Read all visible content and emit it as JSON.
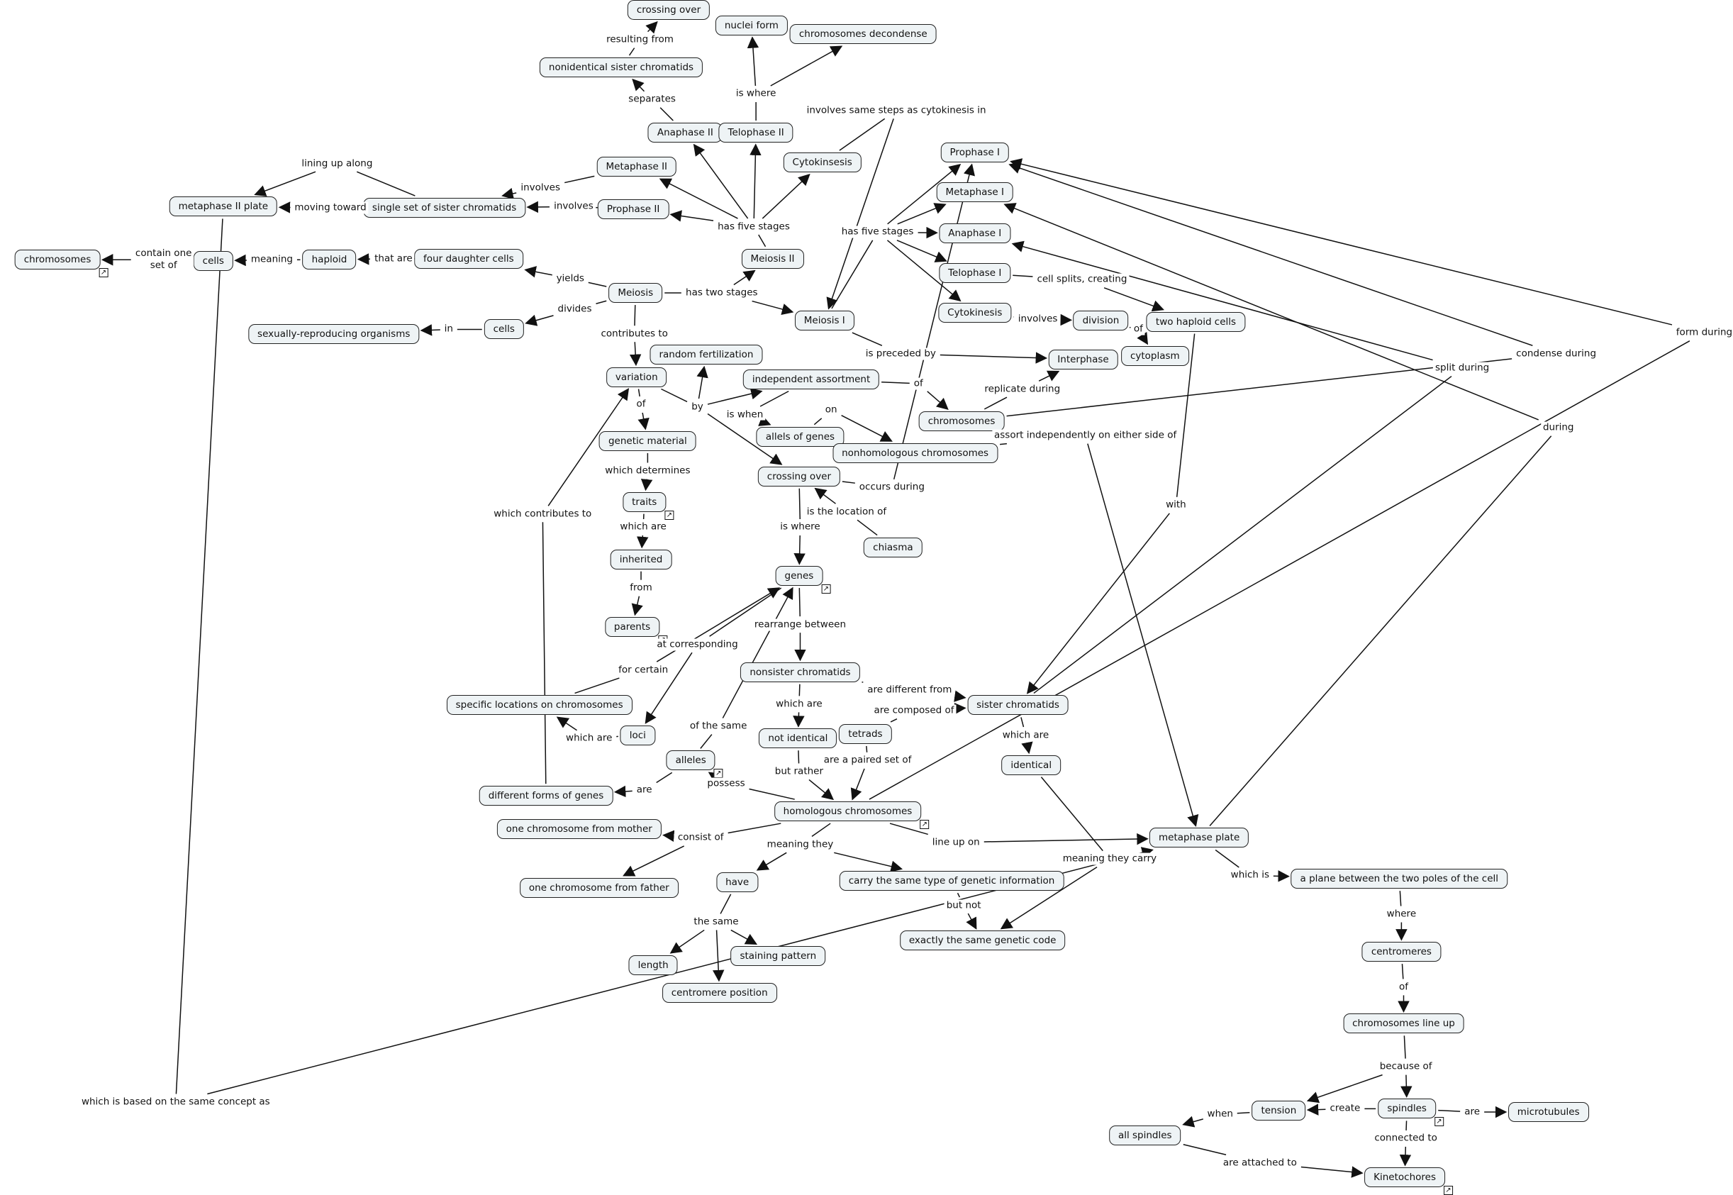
{
  "title": "Meiosis concept map",
  "nodes": [
    {
      "id": "crossing_over_top",
      "label": "crossing over"
    },
    {
      "id": "nuclei_form",
      "label": "nuclei form"
    },
    {
      "id": "chrom_decondense",
      "label": "chromosomes decondense"
    },
    {
      "id": "nonident_sister",
      "label": "nonidentical sister chromatids"
    },
    {
      "id": "anaphase2",
      "label": "Anaphase II"
    },
    {
      "id": "telophase2",
      "label": "Telophase II"
    },
    {
      "id": "metaphase2",
      "label": "Metaphase II"
    },
    {
      "id": "cytokinsesis",
      "label": "Cytokinsesis"
    },
    {
      "id": "prophase2",
      "label": "Prophase II"
    },
    {
      "id": "metaphase2plate",
      "label": "metaphase II plate"
    },
    {
      "id": "single_set",
      "label": "single set of sister chromatids"
    },
    {
      "id": "chromosomes_left",
      "label": "chromosomes",
      "link": true
    },
    {
      "id": "cells1",
      "label": "cells"
    },
    {
      "id": "haploid",
      "label": "haploid"
    },
    {
      "id": "four_daughter",
      "label": "four daughter cells"
    },
    {
      "id": "meiosis2",
      "label": "Meiosis II"
    },
    {
      "id": "meiosis",
      "label": "Meiosis"
    },
    {
      "id": "meiosis1",
      "label": "Meiosis I"
    },
    {
      "id": "sexually",
      "label": "sexually-reproducing organisms"
    },
    {
      "id": "cells2",
      "label": "cells"
    },
    {
      "id": "prophase1",
      "label": "Prophase I"
    },
    {
      "id": "metaphase1",
      "label": "Metaphase I"
    },
    {
      "id": "anaphase1",
      "label": "Anaphase I"
    },
    {
      "id": "telophase1",
      "label": "Telophase I"
    },
    {
      "id": "cytokinesis1",
      "label": "Cytokinesis"
    },
    {
      "id": "division",
      "label": "division"
    },
    {
      "id": "two_haploid",
      "label": "two haploid cells"
    },
    {
      "id": "cytoplasm",
      "label": "cytoplasm"
    },
    {
      "id": "interphase",
      "label": "Interphase"
    },
    {
      "id": "random_fert",
      "label": "random fertilization"
    },
    {
      "id": "variation",
      "label": "variation"
    },
    {
      "id": "indep_assort",
      "label": "independent assortment"
    },
    {
      "id": "chromosomes_mid",
      "label": "chromosomes"
    },
    {
      "id": "allels_genes",
      "label": "allels of genes"
    },
    {
      "id": "nonhomologous",
      "label": "nonhomologous chromosomes"
    },
    {
      "id": "genetic_material",
      "label": "genetic material"
    },
    {
      "id": "crossing_over",
      "label": "crossing over"
    },
    {
      "id": "traits",
      "label": "traits",
      "link": true
    },
    {
      "id": "chiasma",
      "label": "chiasma"
    },
    {
      "id": "inherited",
      "label": "inherited"
    },
    {
      "id": "genes",
      "label": "genes",
      "link": true
    },
    {
      "id": "parents",
      "label": "parents",
      "link": true
    },
    {
      "id": "nonsister",
      "label": "nonsister chromatids"
    },
    {
      "id": "sister",
      "label": "sister chromatids"
    },
    {
      "id": "specific_loc",
      "label": "specific locations on chromosomes"
    },
    {
      "id": "loci",
      "label": "loci"
    },
    {
      "id": "not_identical",
      "label": "not identical"
    },
    {
      "id": "tetrads",
      "label": "tetrads"
    },
    {
      "id": "identical",
      "label": "identical"
    },
    {
      "id": "alleles",
      "label": "alleles",
      "link": true
    },
    {
      "id": "diff_forms",
      "label": "different forms of genes"
    },
    {
      "id": "homologous",
      "label": "homologous chromosomes",
      "link": true
    },
    {
      "id": "one_mother",
      "label": "one chromosome from mother"
    },
    {
      "id": "one_father",
      "label": "one chromosome from father"
    },
    {
      "id": "metaphase_plate",
      "label": "metaphase plate"
    },
    {
      "id": "have",
      "label": "have"
    },
    {
      "id": "carry_same",
      "label": "carry the same type of genetic information"
    },
    {
      "id": "plane",
      "label": "a plane between the two poles of the cell"
    },
    {
      "id": "exact_code",
      "label": "exactly the same genetic code"
    },
    {
      "id": "length",
      "label": "length"
    },
    {
      "id": "staining",
      "label": "staining pattern"
    },
    {
      "id": "centromere_pos",
      "label": "centromere position"
    },
    {
      "id": "centromeres",
      "label": "centromeres"
    },
    {
      "id": "chrom_line_up",
      "label": "chromosomes line up"
    },
    {
      "id": "tension",
      "label": "tension"
    },
    {
      "id": "spindles",
      "label": "spindles",
      "link": true
    },
    {
      "id": "microtubules",
      "label": "microtubules"
    },
    {
      "id": "all_spindles",
      "label": "all spindles"
    },
    {
      "id": "kinetochores",
      "label": "Kinetochores",
      "link": true
    }
  ],
  "labels": [
    {
      "id": "l_resulting_from",
      "label": "resulting from"
    },
    {
      "id": "l_separates",
      "label": "separates"
    },
    {
      "id": "l_is_where_t2",
      "label": "is where"
    },
    {
      "id": "l_involves_same",
      "label": "involves same steps as cytokinesis in"
    },
    {
      "id": "l_lining_up",
      "label": "lining up along"
    },
    {
      "id": "l_involves_m2",
      "label": "involves"
    },
    {
      "id": "l_involves_p2",
      "label": "involves"
    },
    {
      "id": "l_moving_toward",
      "label": "moving toward"
    },
    {
      "id": "l_has_five_2",
      "label": "has five stages"
    },
    {
      "id": "l_has_five_1",
      "label": "has five stages"
    },
    {
      "id": "l_contain_one",
      "label": "contain one\nset of"
    },
    {
      "id": "l_meaning",
      "label": "meaning"
    },
    {
      "id": "l_that_are",
      "label": "that are"
    },
    {
      "id": "l_yields",
      "label": "yields"
    },
    {
      "id": "l_has_two",
      "label": "has two stages"
    },
    {
      "id": "l_divides",
      "label": "divides"
    },
    {
      "id": "l_in",
      "label": "in"
    },
    {
      "id": "l_contributes",
      "label": "contributes to"
    },
    {
      "id": "l_cell_splits",
      "label": "cell splits, creating"
    },
    {
      "id": "l_involves_c1",
      "label": "involves"
    },
    {
      "id": "l_of_div",
      "label": "of"
    },
    {
      "id": "l_preceded",
      "label": "is preceded by"
    },
    {
      "id": "l_replicate",
      "label": "replicate during"
    },
    {
      "id": "l_split_during",
      "label": "split during"
    },
    {
      "id": "l_condense",
      "label": "condense during"
    },
    {
      "id": "l_form_during",
      "label": "form during"
    },
    {
      "id": "l_during",
      "label": "during"
    },
    {
      "id": "l_by",
      "label": "by"
    },
    {
      "id": "l_of_var",
      "label": "of"
    },
    {
      "id": "l_is_when",
      "label": "is when"
    },
    {
      "id": "l_on",
      "label": "on"
    },
    {
      "id": "l_of_ia",
      "label": "of"
    },
    {
      "id": "l_assort",
      "label": "assort independently on either side of"
    },
    {
      "id": "l_which_determines",
      "label": "which determines"
    },
    {
      "id": "l_occurs_during",
      "label": "occurs during"
    },
    {
      "id": "l_is_location",
      "label": "is the location of"
    },
    {
      "id": "l_is_where_co",
      "label": "is where"
    },
    {
      "id": "l_which_are_tr",
      "label": "which are"
    },
    {
      "id": "l_which_contributes",
      "label": "which contributes to"
    },
    {
      "id": "l_with",
      "label": "with"
    },
    {
      "id": "l_from",
      "label": "from"
    },
    {
      "id": "l_rearrange",
      "label": "rearrange between"
    },
    {
      "id": "l_at_corresponding",
      "label": "at corresponding"
    },
    {
      "id": "l_for_certain",
      "label": "for certain"
    },
    {
      "id": "l_are_different",
      "label": "are different from"
    },
    {
      "id": "l_composed",
      "label": "are composed of"
    },
    {
      "id": "l_which_are_loci",
      "label": "which are"
    },
    {
      "id": "l_which_are_ns",
      "label": "which are"
    },
    {
      "id": "l_of_the_same",
      "label": "of the same"
    },
    {
      "id": "l_which_are_sc",
      "label": "which are"
    },
    {
      "id": "l_paired_set",
      "label": "are a paired set of"
    },
    {
      "id": "l_but_rather",
      "label": "but rather"
    },
    {
      "id": "l_possess",
      "label": "possess"
    },
    {
      "id": "l_are_alleles",
      "label": "are"
    },
    {
      "id": "l_consist_of",
      "label": "consist of"
    },
    {
      "id": "l_meaning_they",
      "label": "meaning they"
    },
    {
      "id": "l_line_up_on",
      "label": "line up on"
    },
    {
      "id": "l_meaning_carry",
      "label": "meaning they carry"
    },
    {
      "id": "l_which_is",
      "label": "which is"
    },
    {
      "id": "l_but_not",
      "label": "but not"
    },
    {
      "id": "l_the_same",
      "label": "the same"
    },
    {
      "id": "l_where",
      "label": "where"
    },
    {
      "id": "l_of_cent",
      "label": "of"
    },
    {
      "id": "l_because_of",
      "label": "because of"
    },
    {
      "id": "l_based_on",
      "label": "which is based on the same concept as"
    },
    {
      "id": "l_create",
      "label": "create"
    },
    {
      "id": "l_are_spindles",
      "label": "are"
    },
    {
      "id": "l_when",
      "label": "when"
    },
    {
      "id": "l_connected",
      "label": "connected to"
    },
    {
      "id": "l_attached",
      "label": "are attached to"
    }
  ],
  "edges": [
    [
      "nonident_sister",
      "l_resulting_from",
      0
    ],
    [
      "l_resulting_from",
      "crossing_over_top",
      1
    ],
    [
      "anaphase2",
      "l_separates",
      0
    ],
    [
      "l_separates",
      "nonident_sister",
      1
    ],
    [
      "telophase2",
      "l_is_where_t2",
      0
    ],
    [
      "l_is_where_t2",
      "nuclei_form",
      1
    ],
    [
      "l_is_where_t2",
      "chrom_decondense",
      1
    ],
    [
      "cytokinsesis",
      "l_involves_same",
      0
    ],
    [
      "l_involves_same",
      "meiosis1",
      1
    ],
    [
      "single_set",
      "l_lining_up",
      0
    ],
    [
      "l_lining_up",
      "metaphase2plate",
      1
    ],
    [
      "single_set",
      "l_moving_toward",
      0
    ],
    [
      "l_moving_toward",
      "metaphase2plate",
      1
    ],
    [
      "metaphase2",
      "l_involves_m2",
      0
    ],
    [
      "l_involves_m2",
      "single_set",
      1
    ],
    [
      "prophase2",
      "l_involves_p2",
      0
    ],
    [
      "l_involves_p2",
      "single_set",
      1
    ],
    [
      "meiosis2",
      "l_has_five_2",
      0
    ],
    [
      "l_has_five_2",
      "prophase2",
      1
    ],
    [
      "l_has_five_2",
      "metaphase2",
      1
    ],
    [
      "l_has_five_2",
      "anaphase2",
      1
    ],
    [
      "l_has_five_2",
      "telophase2",
      1
    ],
    [
      "l_has_five_2",
      "cytokinsesis",
      1
    ],
    [
      "meiosis1",
      "l_has_five_1",
      0
    ],
    [
      "l_has_five_1",
      "prophase1",
      1
    ],
    [
      "l_has_five_1",
      "metaphase1",
      1
    ],
    [
      "l_has_five_1",
      "anaphase1",
      1
    ],
    [
      "l_has_five_1",
      "telophase1",
      1
    ],
    [
      "l_has_five_1",
      "cytokinesis1",
      1
    ],
    [
      "cells1",
      "l_contain_one",
      0
    ],
    [
      "l_contain_one",
      "chromosomes_left",
      1
    ],
    [
      "haploid",
      "l_meaning",
      0
    ],
    [
      "l_meaning",
      "cells1",
      1
    ],
    [
      "four_daughter",
      "l_that_are",
      0
    ],
    [
      "l_that_are",
      "haploid",
      1
    ],
    [
      "meiosis",
      "l_yields",
      0
    ],
    [
      "l_yields",
      "four_daughter",
      1
    ],
    [
      "meiosis",
      "l_has_two",
      0
    ],
    [
      "l_has_two",
      "meiosis2",
      1
    ],
    [
      "l_has_two",
      "meiosis1",
      1
    ],
    [
      "meiosis",
      "l_divides",
      0
    ],
    [
      "l_divides",
      "cells2",
      1
    ],
    [
      "cells2",
      "l_in",
      0
    ],
    [
      "l_in",
      "sexually",
      1
    ],
    [
      "meiosis",
      "l_contributes",
      0
    ],
    [
      "l_contributes",
      "variation",
      1
    ],
    [
      "telophase1",
      "l_cell_splits",
      0
    ],
    [
      "l_cell_splits",
      "two_haploid",
      1
    ],
    [
      "cytokinesis1",
      "l_involves_c1",
      0
    ],
    [
      "l_involves_c1",
      "division",
      1
    ],
    [
      "division",
      "l_of_div",
      0
    ],
    [
      "l_of_div",
      "cytoplasm",
      1
    ],
    [
      "meiosis1",
      "l_preceded",
      0
    ],
    [
      "l_preceded",
      "interphase",
      1
    ],
    [
      "chromosomes_mid",
      "l_replicate",
      0
    ],
    [
      "l_replicate",
      "interphase",
      1
    ],
    [
      "variation",
      "l_by",
      0
    ],
    [
      "l_by",
      "random_fert",
      1
    ],
    [
      "l_by",
      "indep_assort",
      1
    ],
    [
      "l_by",
      "crossing_over",
      1
    ],
    [
      "variation",
      "l_of_var",
      0
    ],
    [
      "l_of_var",
      "genetic_material",
      1
    ],
    [
      "indep_assort",
      "l_is_when",
      0
    ],
    [
      "l_is_when",
      "allels_genes",
      1
    ],
    [
      "allels_genes",
      "l_on",
      0
    ],
    [
      "l_on",
      "nonhomologous",
      1
    ],
    [
      "indep_assort",
      "l_of_ia",
      0
    ],
    [
      "l_of_ia",
      "chromosomes_mid",
      1
    ],
    [
      "nonhomologous",
      "l_assort",
      0
    ],
    [
      "l_assort",
      "metaphase_plate",
      1
    ],
    [
      "genetic_material",
      "l_which_determines",
      0
    ],
    [
      "l_which_determines",
      "traits",
      1
    ],
    [
      "traits",
      "l_which_are_tr",
      0
    ],
    [
      "l_which_are_tr",
      "inherited",
      1
    ],
    [
      "inherited",
      "l_from",
      0
    ],
    [
      "l_from",
      "parents",
      1
    ],
    [
      "crossing_over",
      "l_is_where_co",
      0
    ],
    [
      "l_is_where_co",
      "genes",
      1
    ],
    [
      "chiasma",
      "l_is_location",
      0
    ],
    [
      "l_is_location",
      "crossing_over",
      1
    ],
    [
      "genes",
      "l_rearrange",
      0
    ],
    [
      "l_rearrange",
      "nonsister",
      1
    ],
    [
      "genes",
      "l_at_corresponding",
      0
    ],
    [
      "l_at_corresponding",
      "loci",
      1
    ],
    [
      "specific_loc",
      "l_for_certain",
      0
    ],
    [
      "l_for_certain",
      "genes",
      1
    ],
    [
      "loci",
      "l_which_are_loci",
      0
    ],
    [
      "l_which_are_loci",
      "specific_loc",
      1
    ],
    [
      "nonsister",
      "l_are_different",
      0
    ],
    [
      "l_are_different",
      "sister",
      1
    ],
    [
      "tetrads",
      "l_composed",
      0
    ],
    [
      "l_composed",
      "sister",
      1
    ],
    [
      "nonsister",
      "l_which_are_ns",
      0
    ],
    [
      "l_which_are_ns",
      "not_identical",
      1
    ],
    [
      "alleles",
      "l_of_the_same",
      0
    ],
    [
      "l_of_the_same",
      "genes",
      1
    ],
    [
      "sister",
      "l_which_are_sc",
      0
    ],
    [
      "l_which_are_sc",
      "identical",
      1
    ],
    [
      "tetrads",
      "l_paired_set",
      0
    ],
    [
      "l_paired_set",
      "homologous",
      1
    ],
    [
      "not_identical",
      "l_but_rather",
      0
    ],
    [
      "l_but_rather",
      "homologous",
      1
    ],
    [
      "homologous",
      "l_possess",
      0
    ],
    [
      "l_possess",
      "alleles",
      1
    ],
    [
      "alleles",
      "l_are_alleles",
      0
    ],
    [
      "l_are_alleles",
      "diff_forms",
      1
    ],
    [
      "diff_forms",
      "l_which_contributes",
      0
    ],
    [
      "l_which_contributes",
      "variation",
      1
    ],
    [
      "homologous",
      "l_consist_of",
      0
    ],
    [
      "l_consist_of",
      "one_mother",
      1
    ],
    [
      "l_consist_of",
      "one_father",
      1
    ],
    [
      "homologous",
      "l_meaning_they",
      0
    ],
    [
      "l_meaning_they",
      "have",
      1
    ],
    [
      "l_meaning_they",
      "carry_same",
      1
    ],
    [
      "homologous",
      "l_line_up_on",
      0
    ],
    [
      "l_line_up_on",
      "metaphase_plate",
      1
    ],
    [
      "identical",
      "l_meaning_carry",
      0
    ],
    [
      "l_meaning_carry",
      "exact_code",
      1
    ],
    [
      "carry_same",
      "l_but_not",
      0
    ],
    [
      "l_but_not",
      "exact_code",
      1
    ],
    [
      "have",
      "l_the_same",
      0
    ],
    [
      "l_the_same",
      "length",
      1
    ],
    [
      "l_the_same",
      "staining",
      1
    ],
    [
      "l_the_same",
      "centromere_pos",
      1
    ],
    [
      "metaphase_plate",
      "l_which_is",
      0
    ],
    [
      "l_which_is",
      "plane",
      1
    ],
    [
      "plane",
      "l_where",
      0
    ],
    [
      "l_where",
      "centromeres",
      1
    ],
    [
      "centromeres",
      "l_of_cent",
      0
    ],
    [
      "l_of_cent",
      "chrom_line_up",
      1
    ],
    [
      "chrom_line_up",
      "l_because_of",
      0
    ],
    [
      "l_because_of",
      "spindles",
      1
    ],
    [
      "l_because_of",
      "tension",
      1
    ],
    [
      "spindles",
      "l_create",
      0
    ],
    [
      "l_create",
      "tension",
      1
    ],
    [
      "spindles",
      "l_are_spindles",
      0
    ],
    [
      "l_are_spindles",
      "microtubules",
      1
    ],
    [
      "tension",
      "l_when",
      0
    ],
    [
      "l_when",
      "all_spindles",
      1
    ],
    [
      "spindles",
      "l_connected",
      0
    ],
    [
      "l_connected",
      "kinetochores",
      1
    ],
    [
      "all_spindles",
      "l_attached",
      0
    ],
    [
      "l_attached",
      "kinetochores",
      1
    ],
    [
      "two_haploid",
      "l_with",
      0
    ],
    [
      "l_with",
      "sister",
      1
    ],
    [
      "sister",
      "l_split_during",
      0
    ],
    [
      "l_split_during",
      "anaphase1",
      1
    ],
    [
      "chromosomes_mid",
      "l_condense",
      0
    ],
    [
      "l_condense",
      "prophase1",
      1
    ],
    [
      "homologous",
      "l_form_during",
      0
    ],
    [
      "l_form_during",
      "prophase1",
      1
    ],
    [
      "metaphase_plate",
      "l_during",
      "0"
    ],
    [
      "l_during",
      "metaphase1",
      1
    ],
    [
      "crossing_over",
      "l_occurs_during",
      0
    ],
    [
      "l_occurs_during",
      "prophase1",
      1
    ],
    [
      "metaphase2plate",
      "l_based_on",
      0
    ],
    [
      "l_based_on",
      "metaphase_plate",
      1
    ]
  ]
}
